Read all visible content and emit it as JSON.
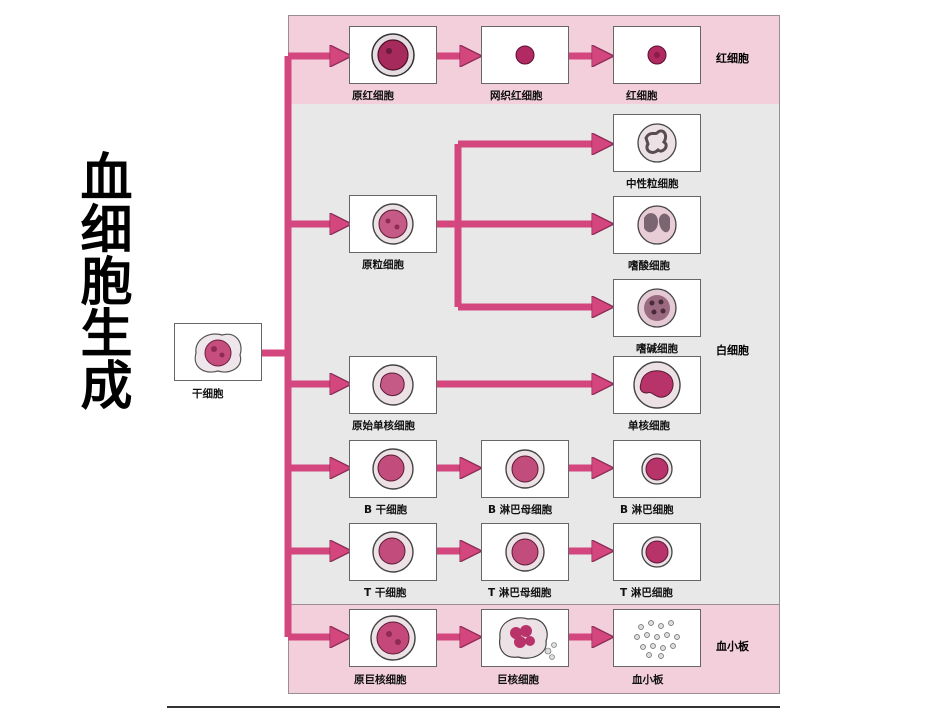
{
  "title": "血细胞生成",
  "groups": {
    "erythrocyte": "红细胞",
    "leukocyte": "白细胞",
    "platelet": "血小板"
  },
  "cells": {
    "stem": "干细胞",
    "proerythroblast": "原红细胞",
    "reticulocyte": "网织红细胞",
    "erythrocyte": "红细胞",
    "myeloblast": "原粒细胞",
    "neutrophil": "中性粒细胞",
    "eosinophil": "嗜酸细胞",
    "basophil": "嗜碱细胞",
    "monoblast": "原始单核细胞",
    "monocyte": "单核细胞",
    "b_stem": "B 干细胞",
    "b_lymphoblast": "B 淋巴母细胞",
    "b_lymphocyte": "B 淋巴细胞",
    "t_stem": "T 干细胞",
    "t_lymphoblast": "T 淋巴母细胞",
    "t_lymphocyte": "T 淋巴细胞",
    "promegakaryocyte": "原巨核细胞",
    "megakaryocyte": "巨核细胞",
    "platelet": "血小板"
  },
  "colors": {
    "arrow": "#d4467e",
    "panel_pink": "#f3cfdc",
    "panel_gray": "#e8e8e8",
    "nucleus": "#b8336a"
  }
}
